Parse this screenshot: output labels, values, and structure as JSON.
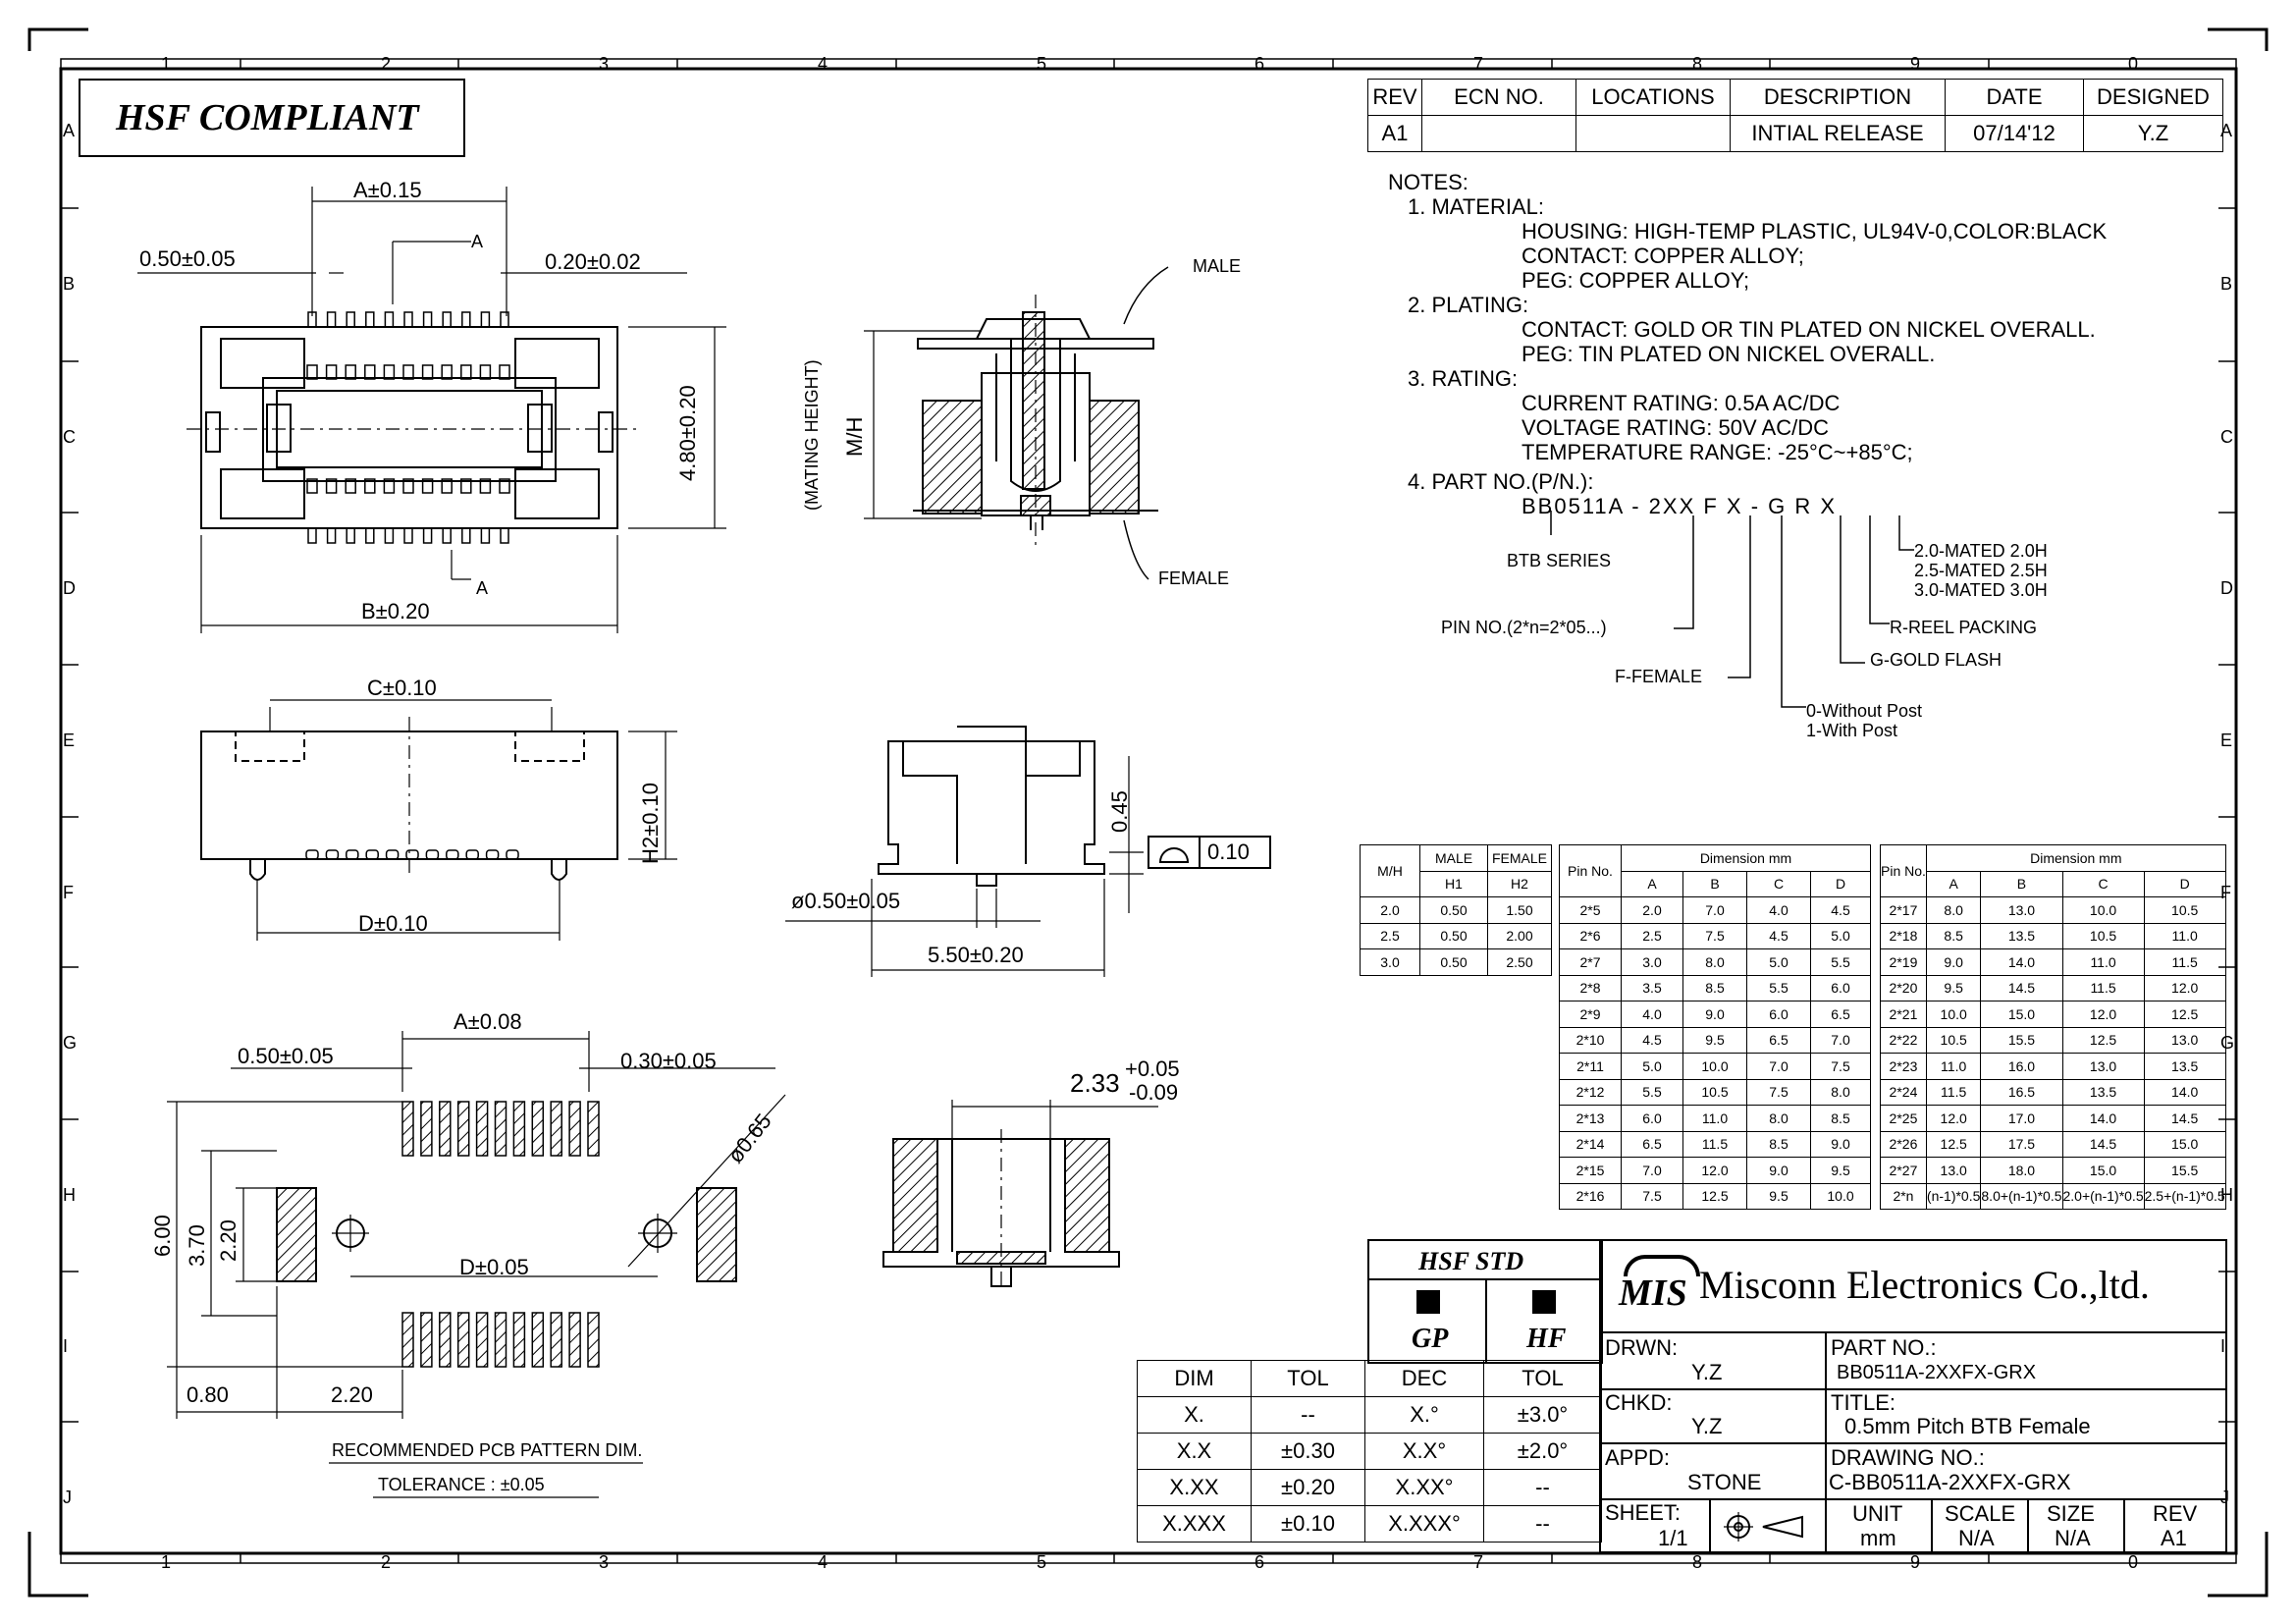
{
  "border": {
    "columns": [
      "1",
      "2",
      "3",
      "4",
      "5",
      "6",
      "7",
      "8",
      "9",
      "0"
    ],
    "rows": [
      "A",
      "B",
      "C",
      "D",
      "E",
      "F",
      "G",
      "H",
      "I",
      "J"
    ]
  },
  "hsf_banner": "HSF COMPLIANT",
  "revision": {
    "headers": [
      "REV",
      "ECN NO.",
      "LOCATIONS",
      "DESCRIPTION",
      "DATE",
      "DESIGNED"
    ],
    "rows": [
      [
        "A1",
        "",
        "",
        "INTIAL RELEASE",
        "07/14'12",
        "Y.Z"
      ]
    ]
  },
  "notes": {
    "heading": "NOTES:",
    "lines": [
      "1. MATERIAL:",
      "HOUSING: HIGH-TEMP PLASTIC, UL94V-0,COLOR:BLACK",
      "CONTACT: COPPER ALLOY;",
      "PEG: COPPER ALLOY;",
      "2. PLATING:",
      "CONTACT: GOLD OR TIN PLATED    ON NICKEL OVERALL.",
      "PEG: TIN PLATED    ON NICKEL OVERALL.",
      "3. RATING:",
      "CURRENT RATING: 0.5A AC/DC",
      "VOLTAGE RATING: 50V AC/DC",
      "TEMPERATURE RANGE: -25°C~+85°C;",
      "4. PART NO.(P/N.):"
    ],
    "part_code": "BB0511A - 2XX  F X - G R X",
    "decode": {
      "btb": "BTB SERIES",
      "pin": "PIN NO.(2*n=2*05...)",
      "female": "F-FEMALE",
      "post0": "0-Without Post",
      "post1": "1-With Post",
      "gold": "G-GOLD FLASH",
      "reel": "R-REEL PACKING",
      "m20": "2.0-MATED 2.0H",
      "m25": "2.5-MATED 2.5H",
      "m30": "3.0-MATED 3.0H"
    }
  },
  "dims": {
    "a015": "A±0.15",
    "a_mark": "A",
    "p050": "0.50±0.05",
    "p020": "0.20±0.02",
    "h480": "4.80±0.20",
    "b020": "B±0.20",
    "male": "MALE",
    "female": "FEMALE",
    "mating": "(MATING HEIGHT)",
    "mh": "M/H",
    "c010": "C±0.10",
    "d010": "D±0.10",
    "h2": "H2±0.10",
    "d045": "0.45",
    "flat": "0.10",
    "phi050": "ø0.50±0.05",
    "w550": "5.50±0.20",
    "a008": "A±0.08",
    "pad050": "0.50±0.05",
    "pad030": "0.30±0.05",
    "phi065": "ø0.65",
    "d600": "6.00",
    "d370": "3.70",
    "d220v": "2.20",
    "d005": "D±0.05",
    "d080": "0.80",
    "d220h": "2.20",
    "d233": "2.33",
    "tol_up": "+0.05",
    "tol_dn": "-0.09",
    "pcb_title": "RECOMMENDED PCB PATTERN DIM.",
    "pcb_tol": "TOLERANCE : ±0.05"
  },
  "mh_table": {
    "rows": [
      [
        "2.0",
        "0.50",
        "1.50"
      ],
      [
        "2.5",
        "0.50",
        "2.00"
      ],
      [
        "3.0",
        "0.50",
        "2.50"
      ]
    ]
  },
  "dim_table_1": {
    "rows": [
      [
        "2*5",
        "2.0",
        "7.0",
        "4.0",
        "4.5"
      ],
      [
        "2*6",
        "2.5",
        "7.5",
        "4.5",
        "5.0"
      ],
      [
        "2*7",
        "3.0",
        "8.0",
        "5.0",
        "5.5"
      ],
      [
        "2*8",
        "3.5",
        "8.5",
        "5.5",
        "6.0"
      ],
      [
        "2*9",
        "4.0",
        "9.0",
        "6.0",
        "6.5"
      ],
      [
        "2*10",
        "4.5",
        "9.5",
        "6.5",
        "7.0"
      ],
      [
        "2*11",
        "5.0",
        "10.0",
        "7.0",
        "7.5"
      ],
      [
        "2*12",
        "5.5",
        "10.5",
        "7.5",
        "8.0"
      ],
      [
        "2*13",
        "6.0",
        "11.0",
        "8.0",
        "8.5"
      ],
      [
        "2*14",
        "6.5",
        "11.5",
        "8.5",
        "9.0"
      ],
      [
        "2*15",
        "7.0",
        "12.0",
        "9.0",
        "9.5"
      ],
      [
        "2*16",
        "7.5",
        "12.5",
        "9.5",
        "10.0"
      ]
    ]
  },
  "dim_table_2": {
    "rows": [
      [
        "2*17",
        "8.0",
        "13.0",
        "10.0",
        "10.5"
      ],
      [
        "2*18",
        "8.5",
        "13.5",
        "10.5",
        "11.0"
      ],
      [
        "2*19",
        "9.0",
        "14.0",
        "11.0",
        "11.5"
      ],
      [
        "2*20",
        "9.5",
        "14.5",
        "11.5",
        "12.0"
      ],
      [
        "2*21",
        "10.0",
        "15.0",
        "12.0",
        "12.5"
      ],
      [
        "2*22",
        "10.5",
        "15.5",
        "12.5",
        "13.0"
      ],
      [
        "2*23",
        "11.0",
        "16.0",
        "13.0",
        "13.5"
      ],
      [
        "2*24",
        "11.5",
        "16.5",
        "13.5",
        "14.0"
      ],
      [
        "2*25",
        "12.0",
        "17.0",
        "14.0",
        "14.5"
      ],
      [
        "2*26",
        "12.5",
        "17.5",
        "14.5",
        "15.0"
      ],
      [
        "2*27",
        "13.0",
        "18.0",
        "15.0",
        "15.5"
      ],
      [
        "2*n",
        "(n-1)*0.5",
        "8.0+(n-1)*0.5",
        "2.0+(n-1)*0.5",
        "2.5+(n-1)*0.5"
      ]
    ]
  },
  "tolerance": {
    "headers": [
      "DIM",
      "TOL",
      "DEC",
      "TOL"
    ],
    "rows": [
      [
        "X.",
        "--",
        "X.°",
        "±3.0°"
      ],
      [
        "X.X",
        "±0.30",
        "X.X°",
        "±2.0°"
      ],
      [
        "X.XX",
        "±0.20",
        "X.XX°",
        "--"
      ],
      [
        "X.XXX",
        "±0.10",
        "X.XXX°",
        "--"
      ]
    ]
  },
  "title_block": {
    "hsf_std": "HSF STD",
    "gp": "GP",
    "hf": "HF",
    "logo": "MIS",
    "company": "Misconn Electronics Co.,ltd.",
    "drwn_label": "DRWN:",
    "drwn": "Y.Z",
    "chkd_label": "CHKD:",
    "chkd": "Y.Z",
    "appd_label": "APPD:",
    "appd": "STONE",
    "sheet_label": "SHEET:",
    "sheet": "1/1",
    "part_label": "PART NO.:",
    "part": "BB0511A-2XXFX-GRX",
    "title_label": "TITLE:",
    "title": "0.5mm Pitch BTB Female",
    "drawing_label": "DRAWING NO.:",
    "drawing": "C-BB0511A-2XXFX-GRX",
    "unit_label": "UNIT",
    "unit": "mm",
    "scale_label": "SCALE",
    "scale": "N/A",
    "size_label": "SIZE",
    "size": "N/A",
    "rev_label": "REV",
    "rev": "A1"
  }
}
